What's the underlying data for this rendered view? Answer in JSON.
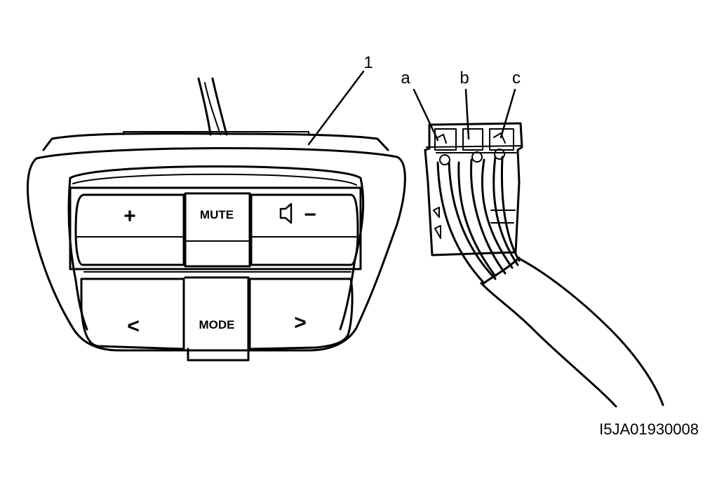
{
  "callouts": {
    "part_number": "1",
    "terminal_a": "a",
    "terminal_b": "b",
    "terminal_c": "c"
  },
  "buttons": {
    "plus": "+",
    "mute": "MUTE",
    "minus": "−",
    "left": "<",
    "mode": "MODE",
    "right": ">"
  },
  "figure_id": "I5JA01930008",
  "colors": {
    "ink": "#000000",
    "paper": "#ffffff"
  }
}
